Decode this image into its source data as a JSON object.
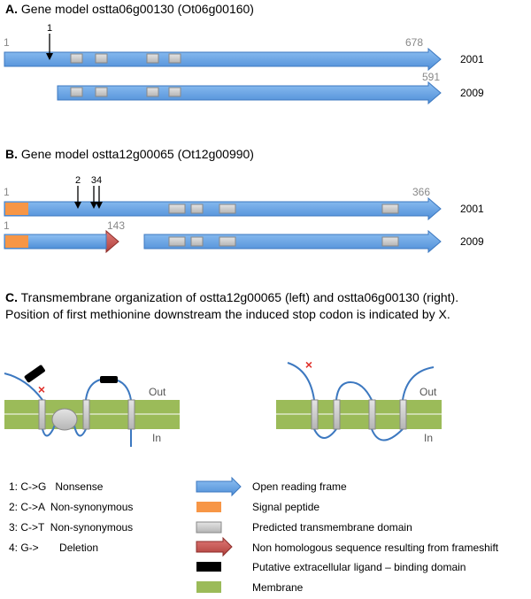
{
  "section_a": {
    "letter": "A.",
    "title": "Gene model ostta06g00130 (Ot06g00160)",
    "row2001": {
      "start": "1",
      "end": "678",
      "year": "2001"
    },
    "row2009": {
      "end": "591",
      "year": "2009"
    },
    "mutation_label": "1"
  },
  "section_b": {
    "letter": "B.",
    "title": "Gene model ostta12g00065 (Ot12g00990)",
    "row2001": {
      "start": "1",
      "end": "366",
      "year": "2001"
    },
    "row2009": {
      "start": "1",
      "trunc_end": "143",
      "year": "2009"
    },
    "mutation_labels": [
      "2",
      "34"
    ]
  },
  "section_c": {
    "letter": "C.",
    "caption_line1": "Transmembrane organization of ostta12g00065 (left) and ostta06g00130 (right).",
    "caption_line2": "Position of first methionine downstream the induced stop codon is indicated by X.",
    "out_label": "Out",
    "in_label": "In"
  },
  "mutations": [
    {
      "n": "1: C->G",
      "desc": "Nonsense"
    },
    {
      "n": "2: C->A",
      "desc": "Non-synonymous"
    },
    {
      "n": "3: C->T",
      "desc": "Non-synonymous"
    },
    {
      "n": "4: G->",
      "desc": "Deletion"
    }
  ],
  "legend": [
    {
      "label": "Open reading frame",
      "icon": "blue-arrow-icon",
      "color": "#6aa6e6"
    },
    {
      "label": "Signal peptide",
      "icon": "orange-box-icon",
      "color": "#f79646"
    },
    {
      "label": "Predicted transmembrane domain",
      "icon": "gray-box-icon",
      "color": "#c8c8c8"
    },
    {
      "label": "Non homologous sequence resulting from frameshift",
      "icon": "red-arrow-icon",
      "color": "#c0504d"
    },
    {
      "label": "Putative extracellular ligand – binding domain",
      "icon": "black-box-icon",
      "color": "#000000"
    },
    {
      "label": "Membrane",
      "icon": "green-box-icon",
      "color": "#9bbb59"
    }
  ]
}
